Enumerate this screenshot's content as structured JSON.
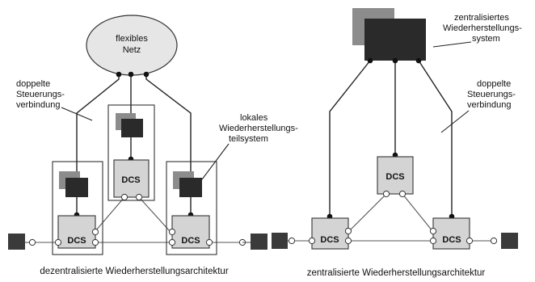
{
  "left": {
    "network_line1": "flexibles",
    "network_line2": "Netz",
    "label_double_line1": "doppelte",
    "label_double_line2": "Steuerungs-",
    "label_double_line3": "verbindung",
    "label_local_line1": "lokales",
    "label_local_line2": "Wiederherstellungs-",
    "label_local_line3": "teilsystem",
    "dcs_label": "DCS",
    "caption": "dezentralisierte Wiederherstellungsarchitektur"
  },
  "right": {
    "label_central_line1": "zentralisiertes",
    "label_central_line2": "Wiederherstellungs-",
    "label_central_line3": "system",
    "label_double_line1": "doppelte",
    "label_double_line2": "Steuerungs-",
    "label_double_line3": "verbindung",
    "dcs_label": "DCS",
    "caption": "zentralisierte Wiederherstellungsarchitektur"
  }
}
